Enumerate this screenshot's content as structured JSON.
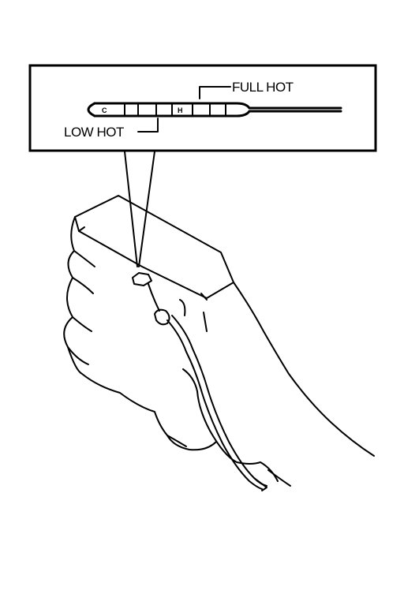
{
  "diagram": {
    "labels": {
      "full_hot": "FULL HOT",
      "low_hot": "LOW HOT"
    },
    "dipstick_marks": [
      "C",
      "H"
    ],
    "colors": {
      "ink": "#000000",
      "background": "#ffffff"
    }
  }
}
